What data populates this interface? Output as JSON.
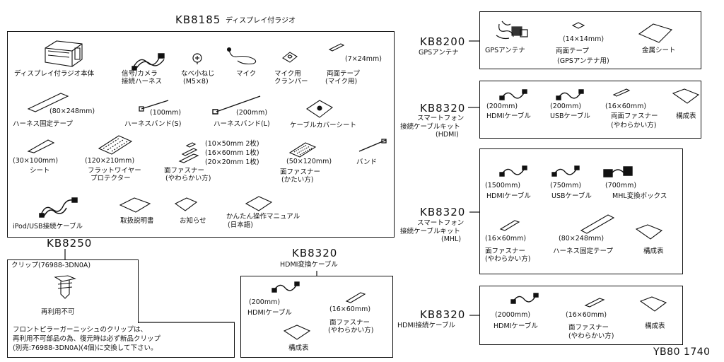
{
  "kb8185": {
    "code": "KB8185",
    "title": "ディスプレイ付ラジオ",
    "parts": {
      "radio_body": "ディスプレイ付ラジオ本体",
      "signal_harness": [
        "信号/カメラ",
        "接続ハーネス"
      ],
      "screw": [
        "なべ小ねじ",
        "(M5×8)"
      ],
      "mic": "マイク",
      "mic_clamper": [
        "マイク用",
        "クランパー"
      ],
      "tape_size": "(7×24mm)",
      "mic_tape": [
        "両面テープ",
        "(マイク用)"
      ],
      "fix_tape_size": "(80×248mm)",
      "harness_fix_tape": "ハーネス固定テープ",
      "band_s_size": "(100mm)",
      "band_s": "ハーネスバンド(S)",
      "band_l_size": "(200mm)",
      "band_l": "ハーネスバンド(L)",
      "cable_cover": "ケーブルカバーシート",
      "sheet_size": "(30×100mm)",
      "sheet": "シート",
      "flat_size": "(120×210mm)",
      "flat_protector": [
        "フラットワイヤー",
        "プロテクター"
      ],
      "fastener_soft_sizes": [
        "(10×50mm 2枚)",
        "(16×60mm 1枚)",
        "(20×20mm 1枚)"
      ],
      "fastener_soft": [
        "面ファスナー",
        "(やわらかい方)"
      ],
      "fastener_hard_size": "(50×120mm)",
      "fastener_hard": [
        "面ファスナー",
        "(かたい方)"
      ],
      "band": "バンド",
      "ipod_cable": "iPod/USB接続ケーブル",
      "manual": "取扱説明書",
      "notice": "お知らせ",
      "quick_manual": [
        "かんたん操作マニュアル",
        "(日本語)"
      ]
    }
  },
  "kb8250": {
    "code": "KB8250",
    "clip_label": "クリップ(76988-3DN0A)",
    "not_reusable": "再利用不可",
    "note": [
      "フロントピラーガーニッシュのクリップは、",
      "再利用不可部品の為、復元時は必ず新品クリップ",
      "(別売:76988-3DN0A)(4個)に交換して下さい。"
    ]
  },
  "kb8320_hdmi": {
    "code": "KB8320",
    "title": "HDMI変換ケーブル",
    "cable_size": "(200mm)",
    "cable": "HDMIケーブル",
    "fastener_size": "(16×60mm)",
    "fastener": [
      "面ファスナー",
      "(やわらかい方)"
    ],
    "contents": "構成表"
  },
  "kb8200": {
    "code": "KB8200",
    "title": "GPSアンテナ",
    "antenna": "GPSアンテナ",
    "tape_size": "(14×14mm)",
    "tape": [
      "両面テープ",
      "(GPSアンテナ用)"
    ],
    "metal_sheet": "金属シート"
  },
  "kb8320_a": {
    "code": "KB8320",
    "title": [
      "スマートフォン",
      "接続ケーブルキット",
      "(HDMI)"
    ],
    "hdmi_size": "(200mm)",
    "hdmi": "HDMIケーブル",
    "usb_size": "(200mm)",
    "usb": "USBケーブル",
    "fastener_size": "(16×60mm)",
    "fastener": [
      "両面ファスナー",
      "(やわらかい方)"
    ],
    "contents": "構成表"
  },
  "kb8320_b": {
    "code": "KB8320",
    "title": [
      "スマートフォン",
      "接続ケーブルキット",
      "(MHL)"
    ],
    "hdmi_size": "(1500mm)",
    "hdmi": "HDMIケーブル",
    "usb_size": "(750mm)",
    "usb": "USBケーブル",
    "mhl_size": "(700mm)",
    "mhl": "MHL変換ボックス",
    "fastener_size": "(16×60mm)",
    "fastener": [
      "面ファスナー",
      "(やわらかい方)"
    ],
    "fix_tape_size": "(80×248mm)",
    "fix_tape": "ハーネス固定テープ",
    "contents": "構成表"
  },
  "kb8320_c": {
    "code": "KB8320",
    "title": "HDMI接続ケーブル",
    "hdmi_size": "(2000mm)",
    "hdmi": "HDMIケーブル",
    "fastener_size": "(16×60mm)",
    "fastener": [
      "面ファスナー",
      "(やわらかい方)"
    ],
    "contents": "構成表"
  },
  "figure_id": "YB80 1740"
}
